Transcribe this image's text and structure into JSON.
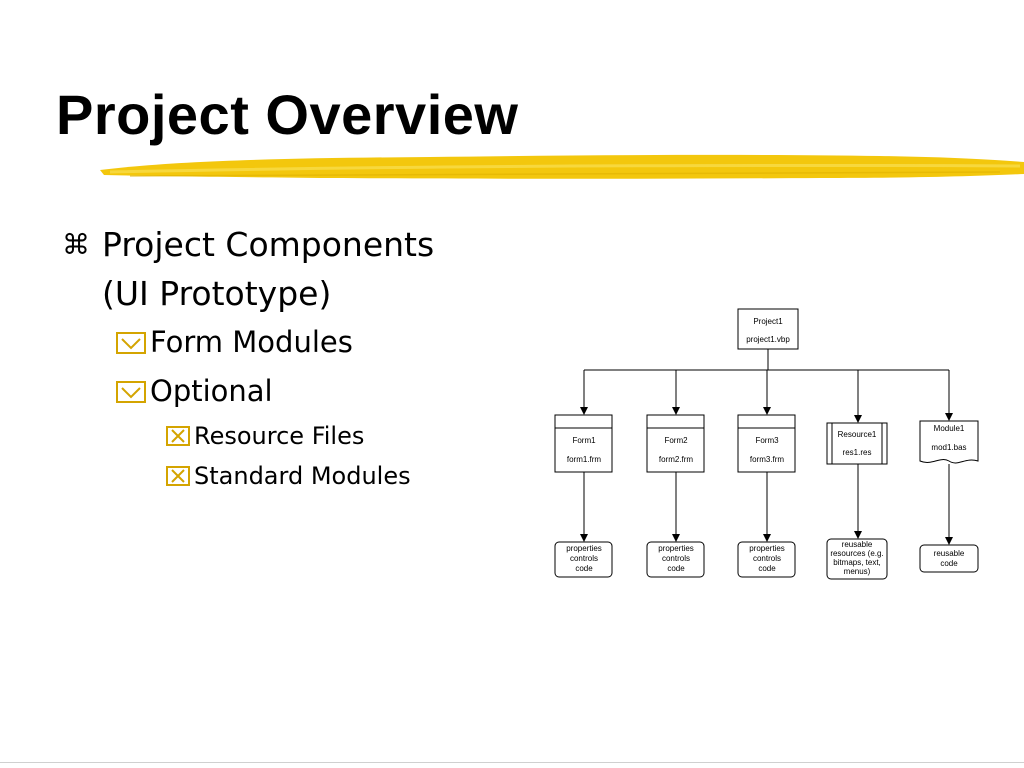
{
  "slide": {
    "title": "Project Overview",
    "bullets": {
      "level1_line1": "Project Components",
      "level1_line2": "(UI Prototype)",
      "level2": [
        "Form Modules",
        "Optional"
      ],
      "level3": [
        "Resource Files",
        "Standard Modules"
      ]
    }
  },
  "diagram": {
    "project": {
      "name": "Project1",
      "file": "project1.vbp"
    },
    "forms": [
      {
        "name": "Form1",
        "file": "form1.frm",
        "contents": [
          "properties",
          "controls",
          "code"
        ]
      },
      {
        "name": "Form2",
        "file": "form2.frm",
        "contents": [
          "properties",
          "controls",
          "code"
        ]
      },
      {
        "name": "Form3",
        "file": "form3.frm",
        "contents": [
          "properties",
          "controls",
          "code"
        ]
      }
    ],
    "resource": {
      "name": "Resource1",
      "file": "res1.res",
      "contents": [
        "reusable",
        "resources (e.g.",
        "bitmaps, text,",
        "menus)"
      ]
    },
    "module": {
      "name": "Module1",
      "file": "mod1.bas",
      "contents": [
        "reusable",
        "code"
      ]
    }
  }
}
